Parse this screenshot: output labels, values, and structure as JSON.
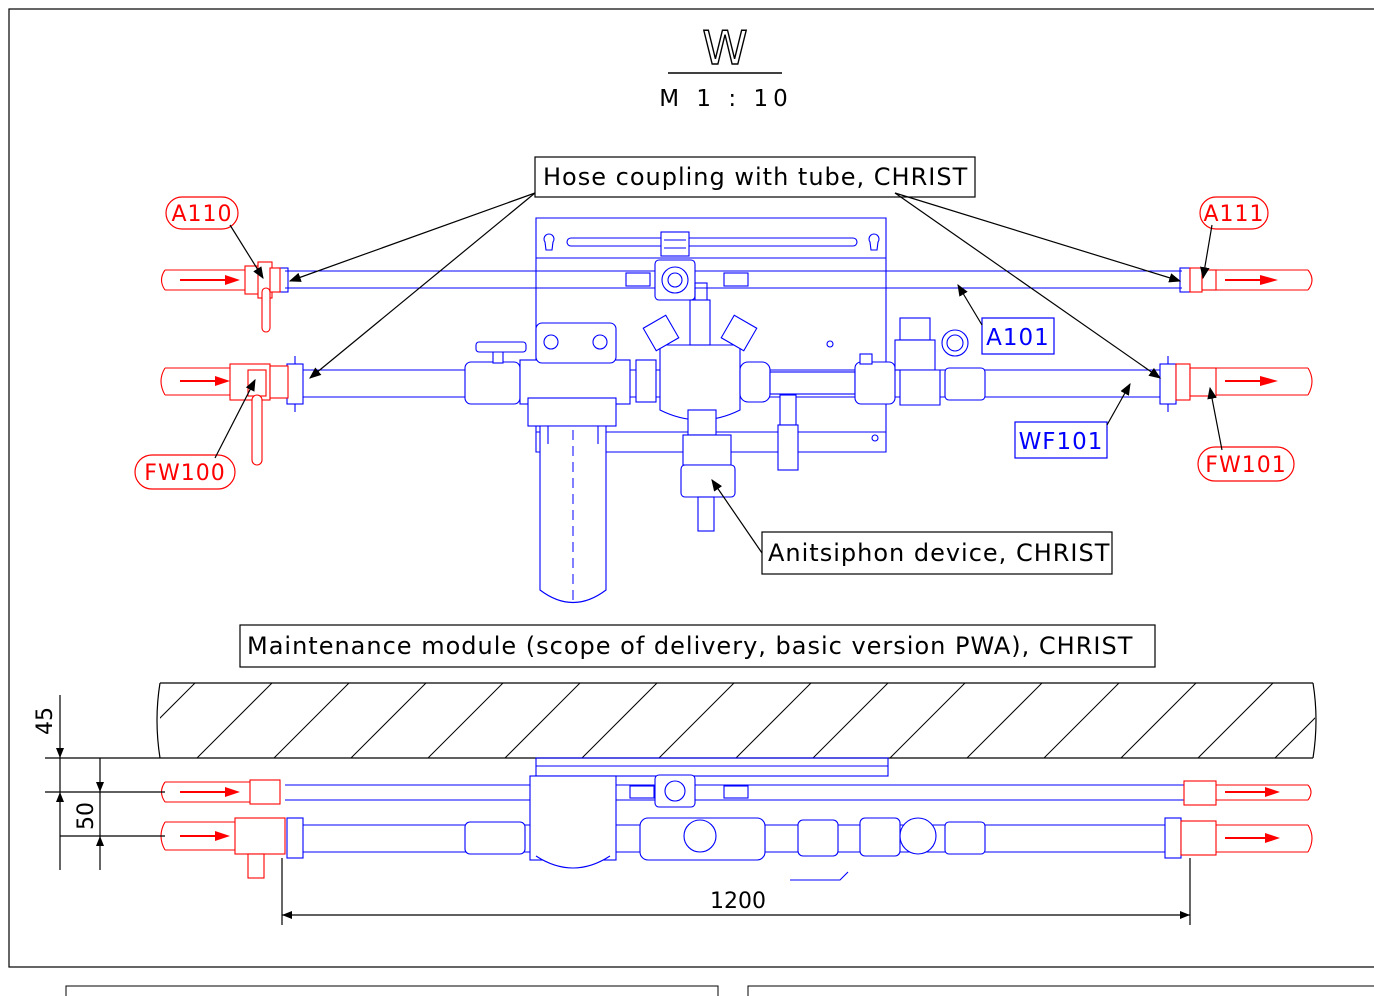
{
  "view": {
    "letter": "W",
    "scale": "M 1 : 10"
  },
  "callouts": {
    "hose_coupling": "Hose coupling with tube, CHRIST",
    "antisiphon": "Anitsiphon device, CHRIST",
    "maintenance_module": "Maintenance module (scope of delivery, basic version PWA), CHRIST"
  },
  "tags": {
    "red": [
      "A110",
      "A111",
      "FW100",
      "FW101"
    ],
    "blue": [
      "A101",
      "WF101"
    ]
  },
  "dimensions": {
    "wall_offset": "45",
    "pipe_spacing": "50",
    "length": "1200"
  },
  "colors": {
    "lines": "#0000ff",
    "connections": "#ff0000",
    "annotations": "#000000"
  }
}
